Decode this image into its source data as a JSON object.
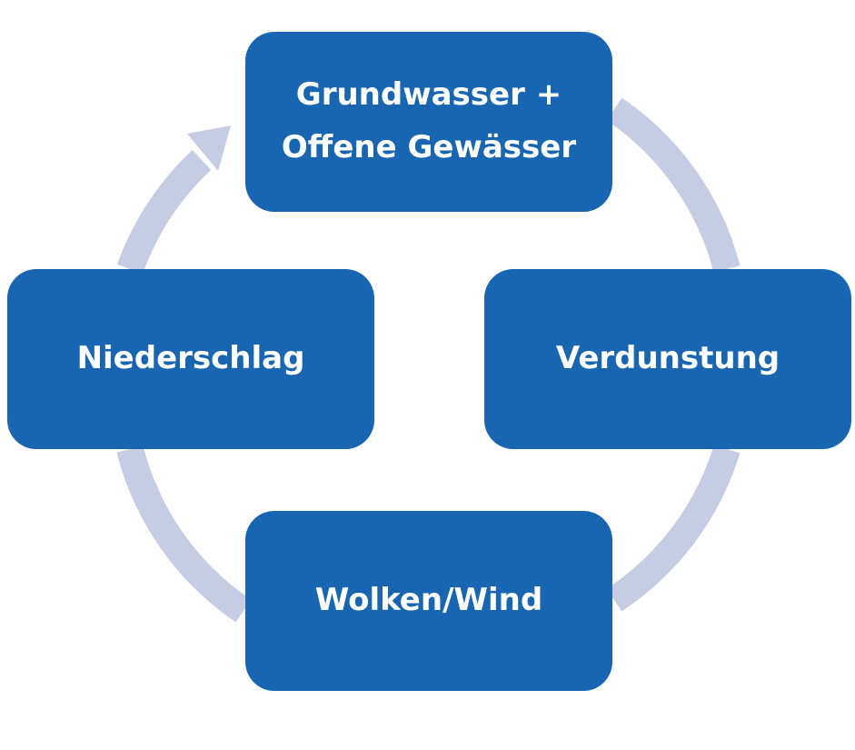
{
  "diagram": {
    "type": "cycle",
    "arrow_color": "#c5cde4",
    "box_color": "#1866b2",
    "text_color": "#ffffff",
    "nodes": [
      {
        "lines": [
          "Grundwasser +",
          "Offene Gewässer"
        ]
      },
      {
        "lines": [
          "Verdunstung"
        ]
      },
      {
        "lines": [
          "Wolken/Wind"
        ]
      },
      {
        "lines": [
          "Niederschlag"
        ]
      }
    ],
    "flow": [
      "Grundwasser + Offene Gewässer",
      "Verdunstung",
      "Wolken/Wind",
      "Niederschlag",
      "Grundwasser + Offene Gewässer"
    ]
  }
}
